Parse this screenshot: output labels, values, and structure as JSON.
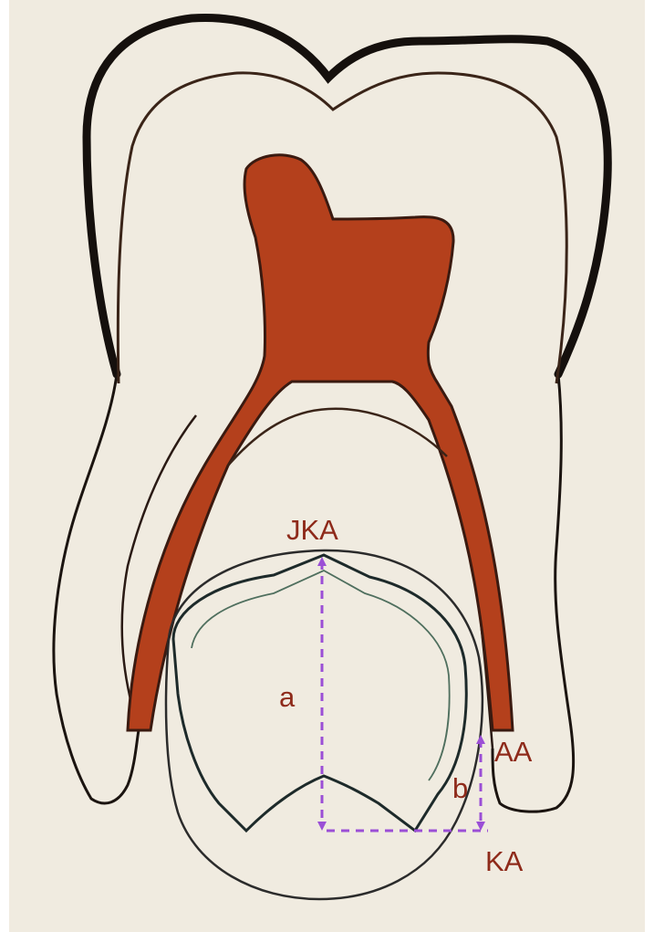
{
  "labels": {
    "jka": "JKA",
    "aa": "AA",
    "ka": "KA",
    "a": "a",
    "b": "b"
  },
  "colors": {
    "background": "#f0ebe0",
    "pulp": "#b4401c",
    "outline": "#1b1410",
    "label": "#8e2a1a",
    "arrow": "#9b4fd6"
  }
}
